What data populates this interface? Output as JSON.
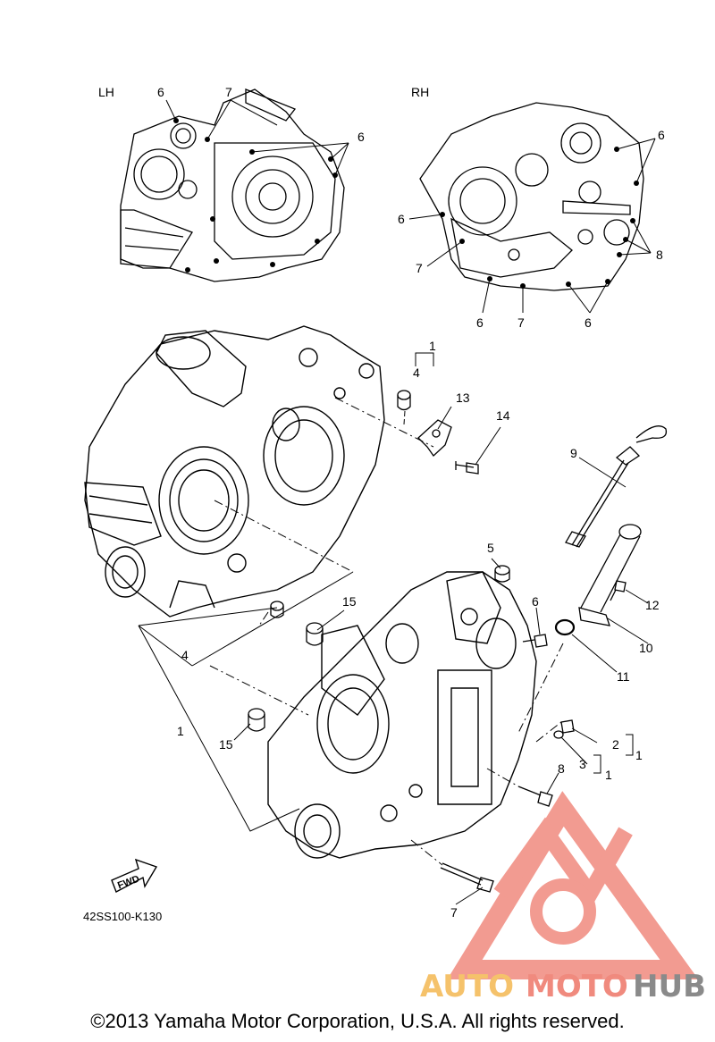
{
  "views": {
    "lh": "LH",
    "rh": "RH"
  },
  "callouts": {
    "c1_top": "1",
    "c4_top": "4",
    "c13": "13",
    "c14": "14",
    "c9": "9",
    "c5": "5",
    "c6_mid": "6",
    "c12": "12",
    "c10": "10",
    "c11": "11",
    "c15_a": "15",
    "c4_mid": "4",
    "c1_mid": "1",
    "c15_b": "15",
    "c2": "2",
    "c3": "3",
    "c1_r1": "1",
    "c1_r2": "1",
    "c8_mid": "8",
    "c7_mid": "7",
    "lh6_a": "6",
    "lh7": "7",
    "lh6_b": "6",
    "rh6_a": "6",
    "rh6_b": "6",
    "rh8": "8",
    "rh7_a": "7",
    "rh6_c": "6",
    "rh7_b": "7",
    "rh6_d": "6"
  },
  "part_code": "42SS100-K130",
  "fwd_label": "FWD",
  "watermark": {
    "auto": "AUTO",
    "moto": "MOTO",
    "hub": "HUB",
    "color_auto": "#f5c26b",
    "color_moto": "#f08a7e",
    "color_hub": "#8a8a8a"
  },
  "copyright": "©2013 Yamaha Motor Corporation, U.S.A. All rights reserved."
}
